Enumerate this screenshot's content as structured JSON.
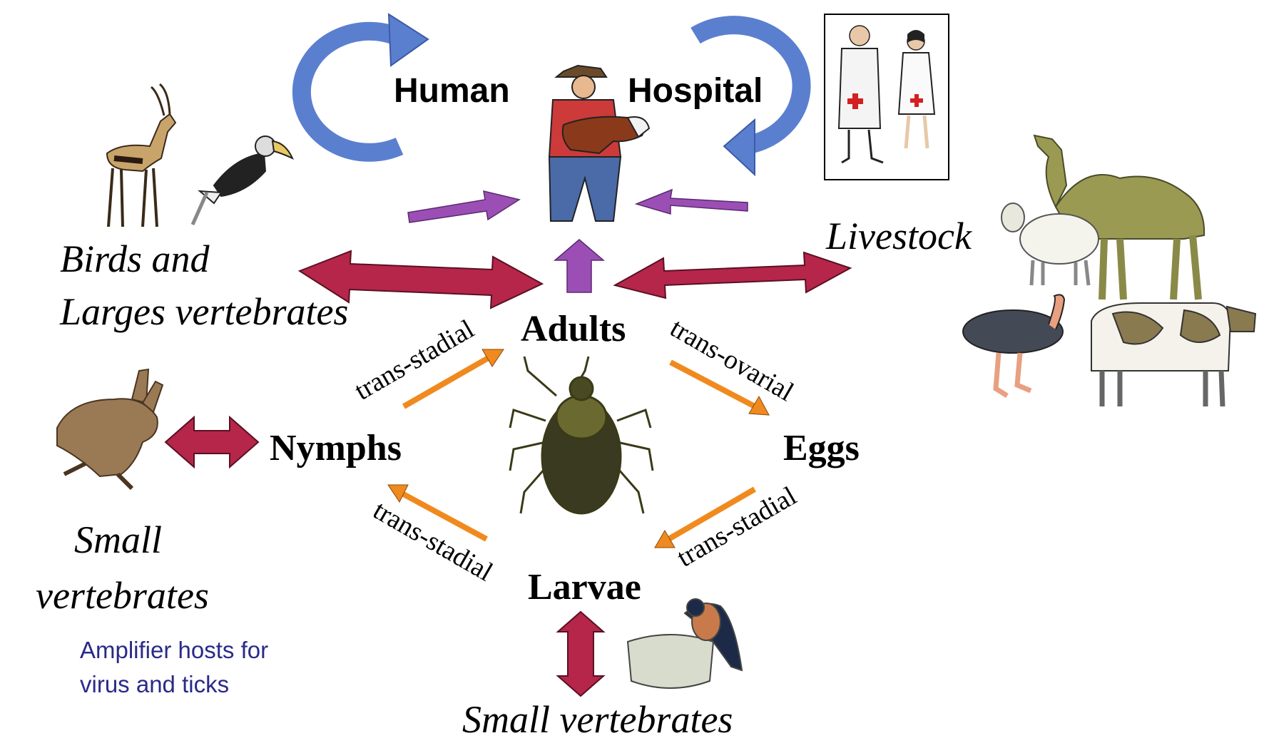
{
  "cycle": {
    "adults": "Adults",
    "eggs": "Eggs",
    "larvae": "Larvae",
    "nymphs": "Nymphs"
  },
  "transmission": {
    "nymphs_to_adults": "trans-stadial",
    "adults_to_eggs": "trans-ovarial",
    "eggs_to_larvae": "trans-stadial",
    "larvae_to_nymphs": "trans-stadial"
  },
  "humans": {
    "human": "Human",
    "hospital": "Hospital"
  },
  "hosts": {
    "birds_line1": "Birds and",
    "birds_line2": "Larges vertebrates",
    "livestock": "Livestock",
    "small_vertebrates_line1": "Small",
    "small_vertebrates_line2": "vertebrates",
    "small_vertebrates_bottom": "Small vertebrates"
  },
  "note": {
    "line1": "Amplifier hosts for",
    "line2": "virus and ticks",
    "color": "#2a2a8a"
  },
  "colors": {
    "double_arrow": "#b5264a",
    "purple_arrow": "#9b4fb5",
    "orange_arrow": "#f08a1e",
    "cycle_arrow": "#5b7fcf"
  },
  "icons": [
    "gazelle-icon",
    "hornbill-icon",
    "farmer-with-calf-icon",
    "doctor-and-nurse-icon",
    "camel-icon",
    "sheep-icon",
    "ostrich-icon",
    "cow-icon",
    "hare-icon",
    "tick-icon",
    "swallow-nest-icon"
  ]
}
